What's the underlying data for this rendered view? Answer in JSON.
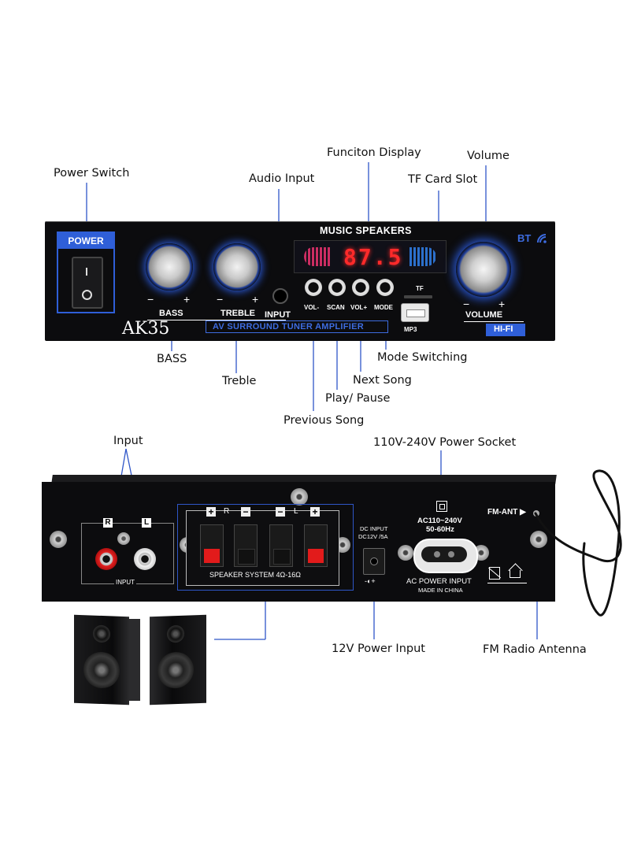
{
  "front_panel": {
    "power_box_label": "POWER",
    "bt_label": "BT",
    "display_title": "MUSIC SPEAKERS",
    "display_digits": "87.5",
    "bass_label": "BASS",
    "treble_label": "TREBLE",
    "input_label": "INPUT",
    "minus": "−",
    "plus": "+",
    "buttons": [
      "VOL-",
      "SCAN",
      "VOL+",
      "MODE"
    ],
    "tf_label": "TF",
    "mp3_label": "MP3",
    "volume_label": "VOLUME",
    "model": "AK35",
    "banner": "AV SURROUND TUNER AMPLIFIER",
    "hifi_label": "HI-FI"
  },
  "rear_panel": {
    "input_r": "R",
    "input_l": "L",
    "input_label": "INPUT",
    "speaker_r": "R",
    "speaker_l": "L",
    "speaker_system": "SPEAKER SYSTEM 4Ω-16Ω",
    "dc_input_line1": "DC INPUT",
    "dc_input_line2": "DC12V /5A",
    "ac_rating_line1": "AC110~240V",
    "ac_rating_line2": "50-60Hz",
    "ac_power_input": "AC POWER INPUT",
    "made_in": "MADE IN CHINA",
    "fm_ant": "FM-ANT ▶",
    "polarity": "-◐+"
  },
  "callouts": {
    "power_switch": "Power Switch",
    "audio_input": "Audio Input",
    "function_display": "Funciton Display",
    "tf_card_slot": "TF Card Slot",
    "volume": "Volume",
    "bass": "BASS",
    "treble": "Treble",
    "mode_switching": "Mode Switching",
    "next_song": "Next Song",
    "play_pause": "Play/ Pause",
    "previous_song": "Previous Song",
    "input": "Input",
    "power_socket": "110V-240V Power Socket",
    "power_input_12v": "12V Power Input",
    "fm_radio_antenna": "FM Radio Antenna"
  },
  "colors": {
    "panel": "#0c0c0e",
    "accent_blue": "#3d6ce0",
    "callout_line": "#2f56c8",
    "display_red": "#ff2a2a"
  }
}
